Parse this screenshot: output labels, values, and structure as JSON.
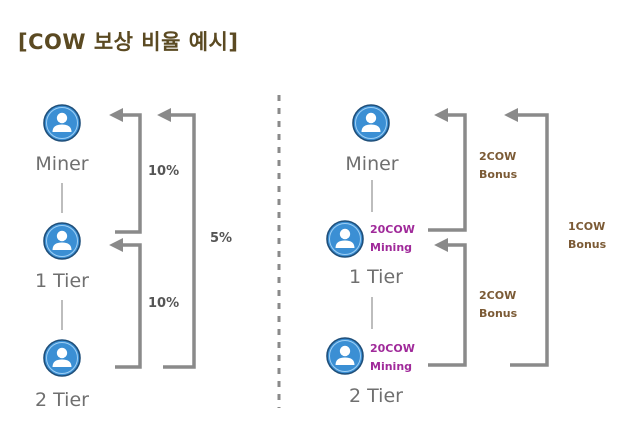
{
  "title": "[COW 보상 비율 예시]",
  "icon_names": [
    "user-icon"
  ],
  "colors": {
    "title": "#5b4a22",
    "icon_fill": "#3b8fd4",
    "icon_ring": "#1f4f7a",
    "arrow": "#8a8a8a",
    "bonus_text": "#7b5a35",
    "mining_text": "#a02a9a"
  },
  "left": {
    "nodes": [
      "Miner",
      "1 Tier",
      "2 Tier"
    ],
    "arrow_labels": [
      "10%",
      "10%",
      "5%"
    ]
  },
  "right": {
    "nodes": [
      "Miner",
      "1 Tier",
      "2 Tier"
    ],
    "mining": [
      {
        "line1": "20COW",
        "line2": "Mining"
      },
      {
        "line1": "20COW",
        "line2": "Mining"
      }
    ],
    "bonus": [
      {
        "line1": "2COW",
        "line2": "Bonus"
      },
      {
        "line1": "2COW",
        "line2": "Bonus"
      },
      {
        "line1": "1COW",
        "line2": "Bonus"
      }
    ]
  }
}
